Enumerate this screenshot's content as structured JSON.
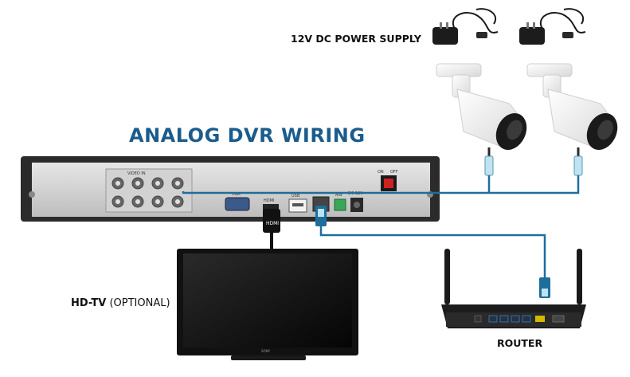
{
  "diagram": {
    "title": "ANALOG DVR WIRING",
    "power_supply_label": "12V DC POWER SUPPLY",
    "tv_label_bold": "HD-TV",
    "tv_label_note": "(OPTIONAL)",
    "router_label": "ROUTER",
    "dvr_labels": {
      "video_in": "VIDEO IN",
      "vga": "VGA",
      "hdmi": "HDMI",
      "usb": "USB",
      "audio": "A/B",
      "dc": "DC 12V",
      "on": "ON",
      "off": "OFF"
    },
    "hdmi_plug_label": "HDMI",
    "tv_brand": "SONY",
    "cable_color": "#1e6e9c",
    "title_color": "#1b5c8c"
  }
}
